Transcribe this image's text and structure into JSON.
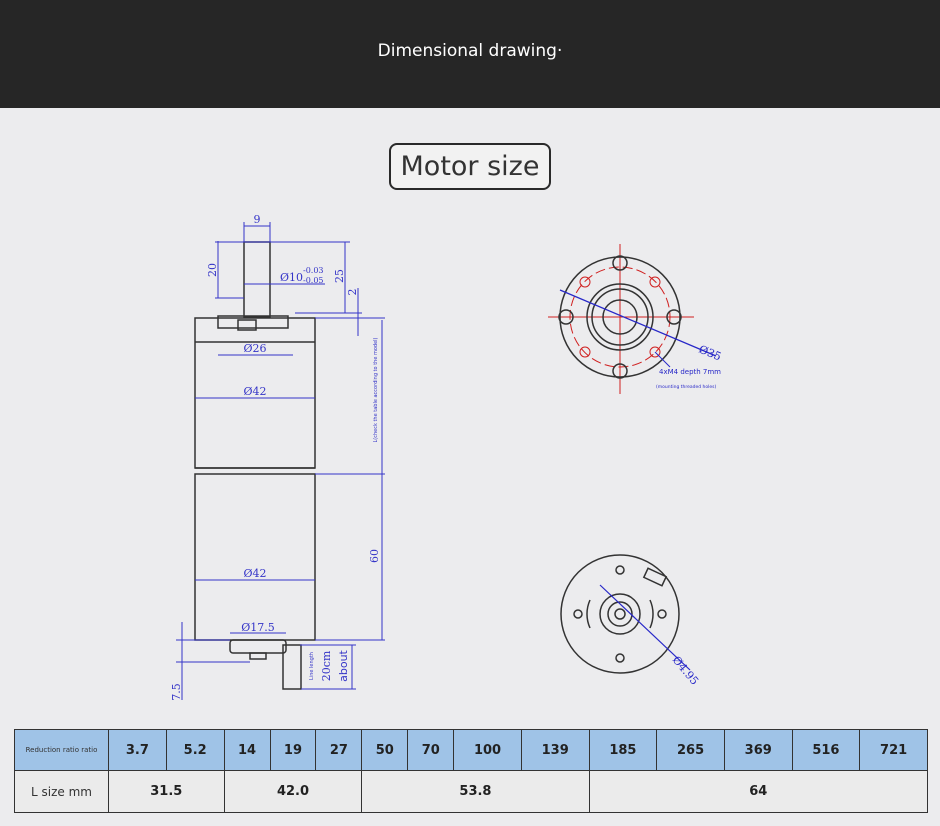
{
  "header": {
    "title": "Dimensional drawing·"
  },
  "section": {
    "title": "Motor size"
  },
  "side_view": {
    "shaft_width": "9",
    "shaft_length": "20",
    "shaft_diameter": "Ø10",
    "tol_upper": "-0.03",
    "tol_lower": "-0.05",
    "shaft_total": "25",
    "flange_gap": "2",
    "boss_diameter": "Ø26",
    "gearbox_diameter": "Ø42",
    "l_note": "L(check the table according to the model)",
    "motor_length": "60",
    "motor_diameter": "Ø42",
    "rear_boss_diameter": "Ø17.5",
    "rear_height": "7.5",
    "wire_label": "Line length",
    "wire_length": "20cm",
    "wire_about": "about"
  },
  "front_view": {
    "pcd": "Ø35",
    "holes": "4xM4 depth 7mm",
    "holes_note": "(mounting threaded holes)"
  },
  "rear_view": {
    "pcd": "Ø4.95"
  },
  "table": {
    "row1_label": "Reduction ratio ratio",
    "ratios": [
      "3.7",
      "5.2",
      "14",
      "19",
      "27",
      "50",
      "70",
      "100",
      "139",
      "185",
      "265",
      "369",
      "516",
      "721"
    ],
    "row2_label": "L size mm",
    "sizes": [
      {
        "value": "31.5",
        "span": 2
      },
      {
        "value": "42.0",
        "span": 3
      },
      {
        "value": "53.8",
        "span": 4
      },
      {
        "value": "64",
        "span": 5
      }
    ]
  }
}
